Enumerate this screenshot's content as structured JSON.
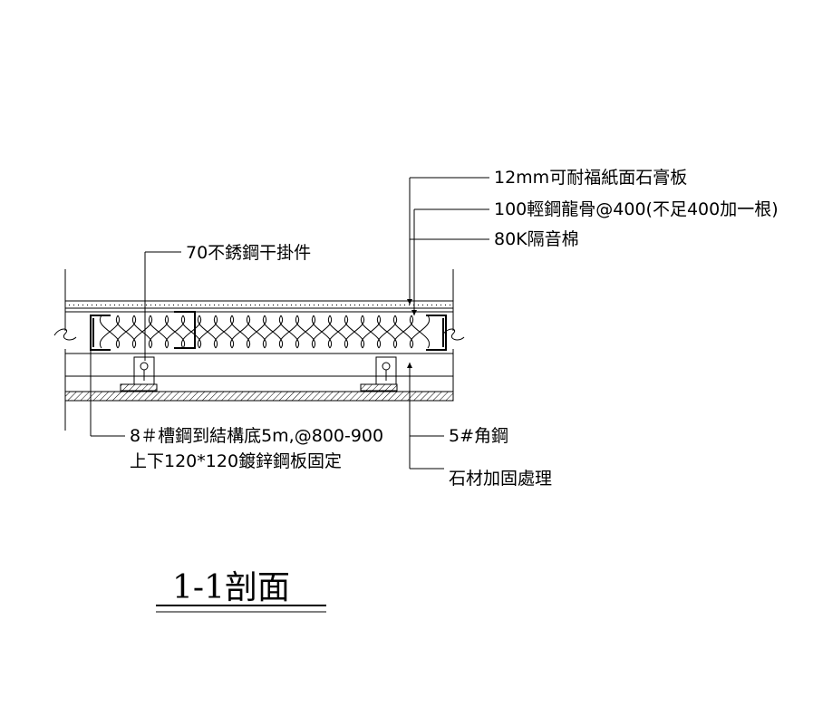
{
  "labels": {
    "gypsum_board": "12mm可耐福紙面石膏板",
    "light_steel_keel": "100輕鋼龍骨@400(不足400加一根)",
    "insulation": "80K隔音棉",
    "stainless_hanger": "70不銹鋼干掛件",
    "channel_steel_line1": "8＃槽鋼到結構底5m,@800-900",
    "channel_steel_line2": "上下120*120鍍鋅鋼板固定",
    "angle_steel": "5#角鋼",
    "stone_reinforcement": "石材加固處理"
  },
  "title": "1-1剖面",
  "colors": {
    "line": "#000000",
    "background": "#ffffff"
  }
}
